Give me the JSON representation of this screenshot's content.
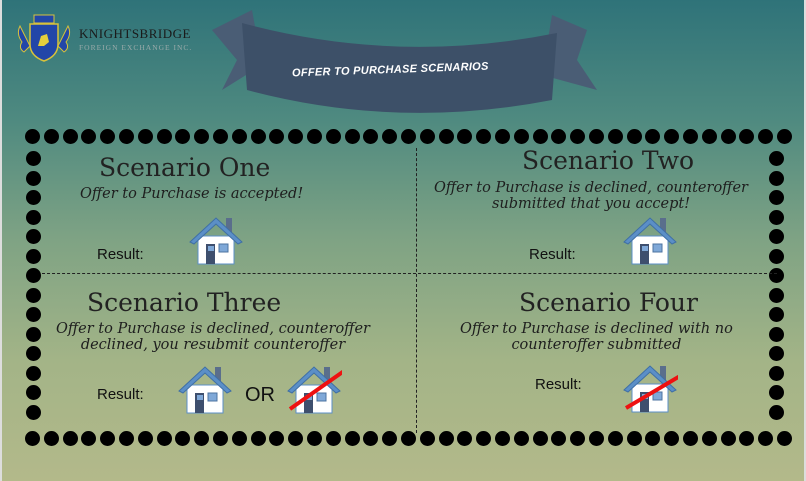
{
  "brand": {
    "name": "KNIGHTSBRIDGE",
    "subtitle": "FOREIGN EXCHANGE INC."
  },
  "banner": {
    "title": "OFFER TO PURCHASE SCENARIOS"
  },
  "scenarios": [
    {
      "title": "Scenario One",
      "description": "Offer to Purchase is accepted!",
      "result_label": "Result:"
    },
    {
      "title": "Scenario Two",
      "description": "Offer to Purchase is declined, counteroffer\nsubmitted that you accept!",
      "result_label": "Result:"
    },
    {
      "title": "Scenario Three",
      "description": "Offer to Purchase is declined, counteroffer\ndeclined, you resubmit counteroffer",
      "result_label": "Result:",
      "or_label": "OR"
    },
    {
      "title": "Scenario Four",
      "description": "Offer to Purchase is declined with no\ncounteroffer submitted",
      "result_label": "Result:"
    }
  ],
  "colors": {
    "banner": "#3d5068",
    "strike": "#ee1111",
    "house_roof": "#5b8fc7"
  }
}
